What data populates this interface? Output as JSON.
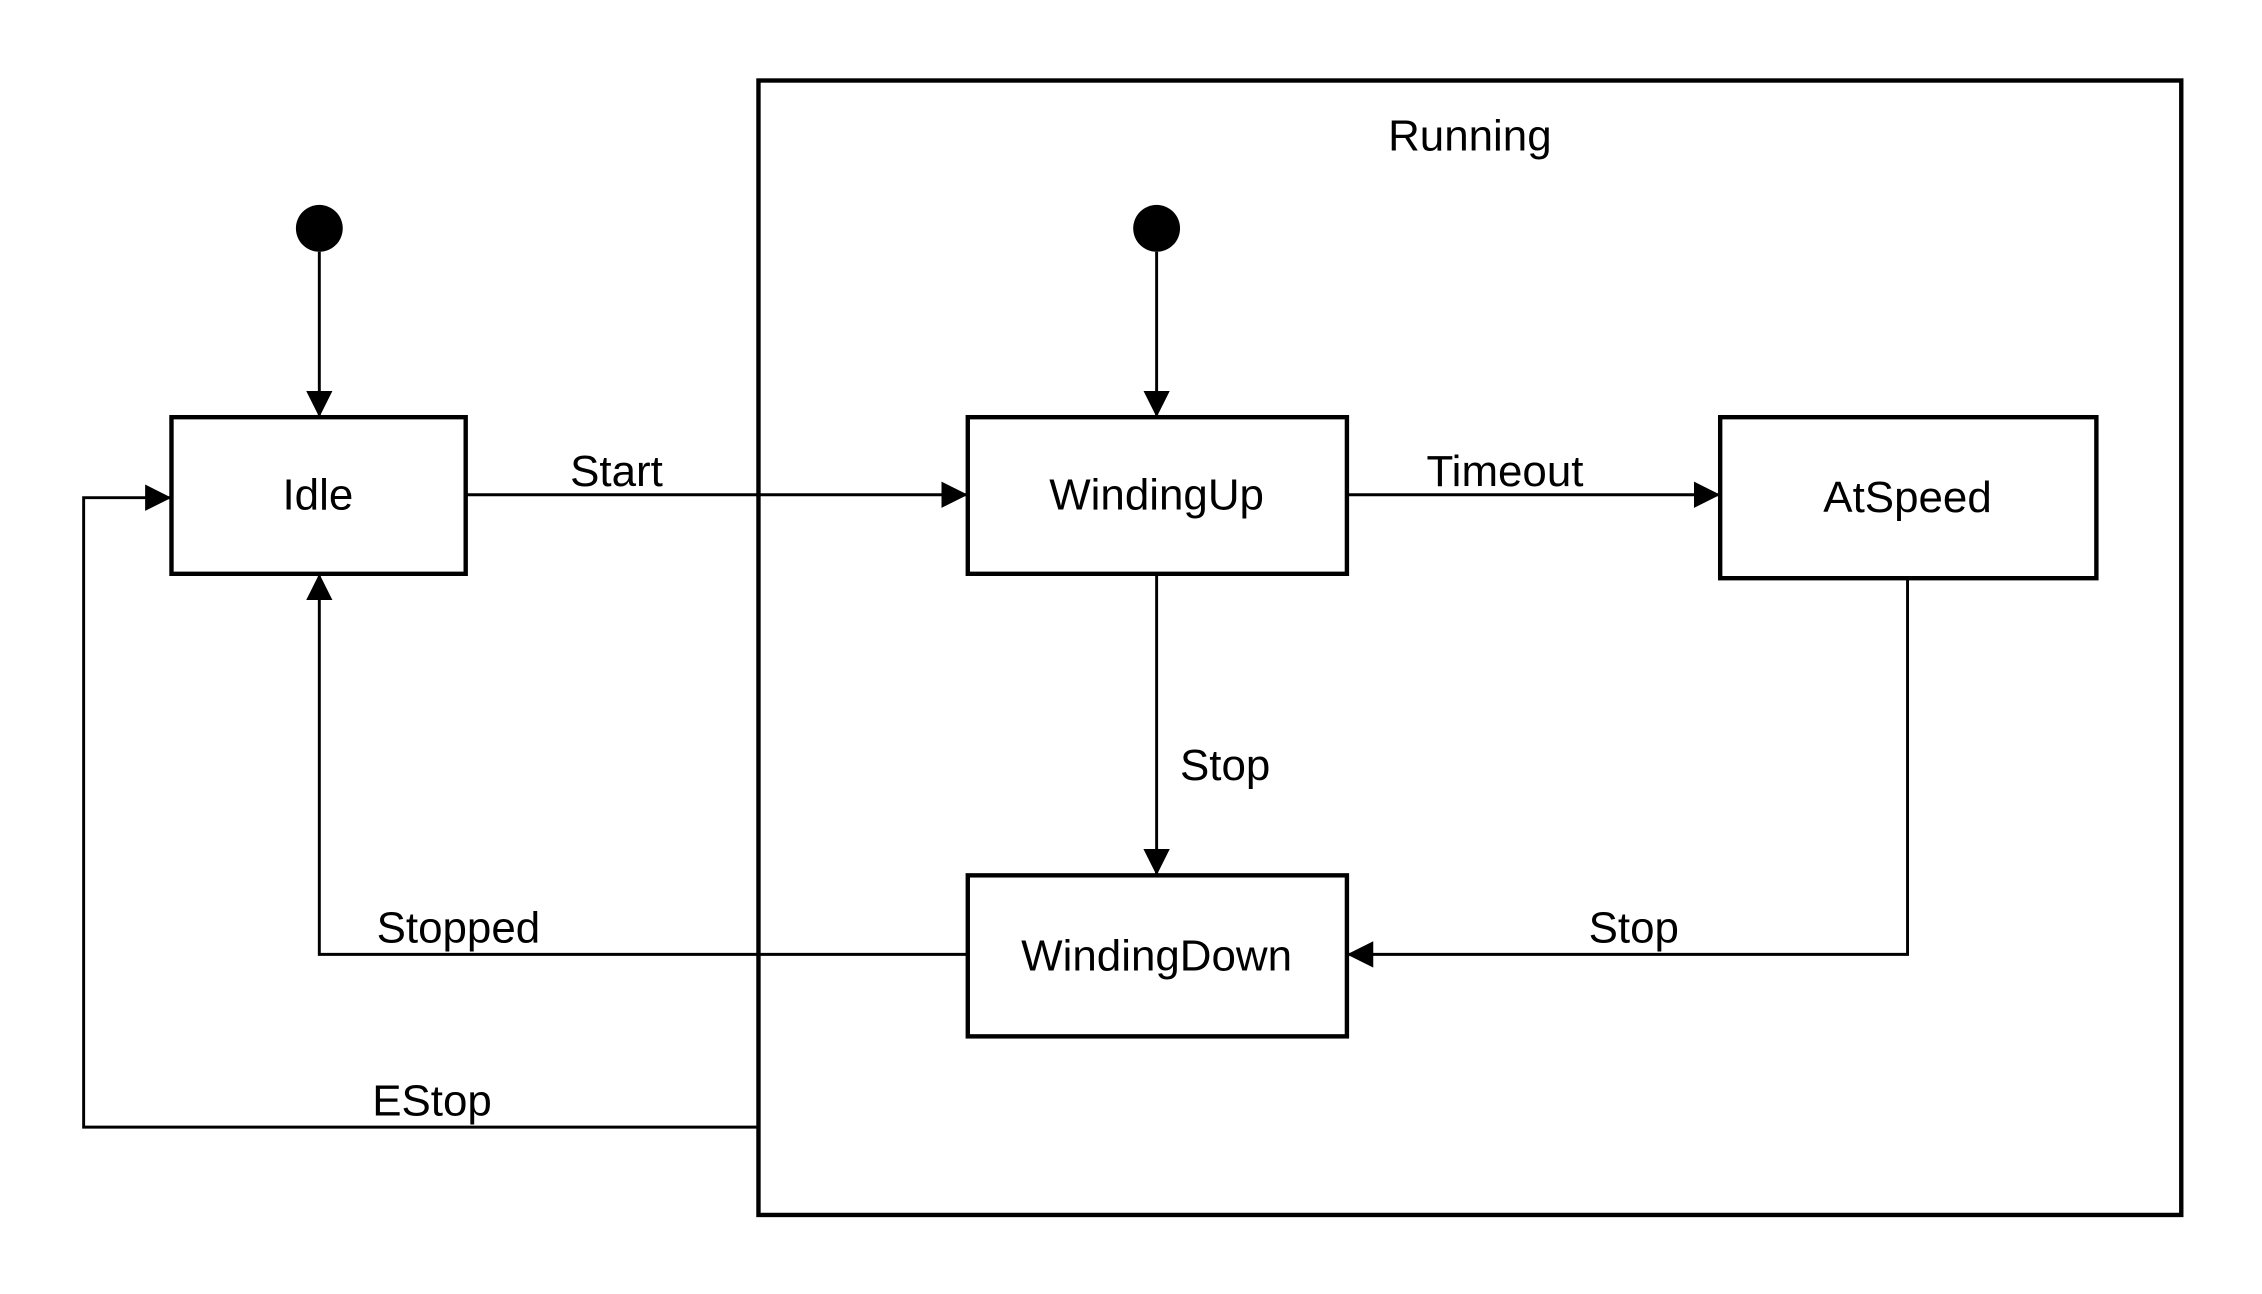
{
  "diagram": {
    "type": "uml-state-machine",
    "composite": {
      "label": "Running"
    },
    "states": {
      "idle": {
        "label": "Idle"
      },
      "windingUp": {
        "label": "WindingUp"
      },
      "atSpeed": {
        "label": "AtSpeed"
      },
      "windingDown": {
        "label": "WindingDown"
      }
    },
    "initial_states": [
      {
        "name": "initial-main",
        "to": "Idle"
      },
      {
        "name": "initial-running",
        "to": "WindingUp"
      }
    ],
    "transitions": {
      "start": {
        "label": "Start",
        "from": "Idle",
        "to": "WindingUp"
      },
      "timeout": {
        "label": "Timeout",
        "from": "WindingUp",
        "to": "AtSpeed"
      },
      "stopWindingUp": {
        "label": "Stop",
        "from": "WindingUp",
        "to": "WindingDown"
      },
      "stopAtSpeed": {
        "label": "Stop",
        "from": "AtSpeed",
        "to": "WindingDown"
      },
      "stopped": {
        "label": "Stopped",
        "from": "WindingDown",
        "to": "Idle"
      },
      "estop": {
        "label": "EStop",
        "from": "Running",
        "to": "Idle"
      }
    },
    "colors": {
      "stroke": "#000000",
      "fill": "#ffffff",
      "text": "#000000"
    }
  }
}
